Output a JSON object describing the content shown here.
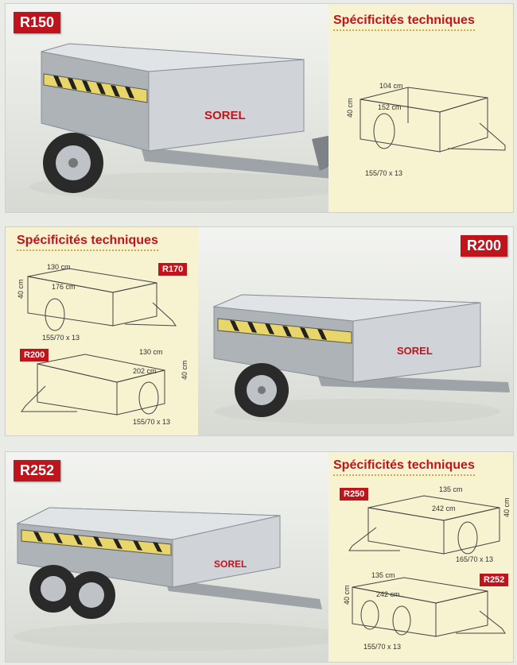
{
  "models": [
    "R150",
    "R200",
    "R252"
  ],
  "spec_title": "Spécificités techniques",
  "brand": "SOREL",
  "r150": {
    "badge": "R150",
    "length": "152 cm",
    "width": "104 cm",
    "height": "40 cm",
    "tyre": "155/70 x 13"
  },
  "r170": {
    "badge": "R170",
    "length": "176 cm",
    "width": "130 cm",
    "height": "40 cm",
    "tyre": "155/70 x 13"
  },
  "r200": {
    "badge": "R200",
    "length": "202 cm",
    "width": "130 cm",
    "height": "40 cm",
    "tyre": "155/70 x 13"
  },
  "r250": {
    "badge": "R250",
    "length": "242 cm",
    "width": "135 cm",
    "height": "40 cm",
    "tyre": "165/70 x 13"
  },
  "r252": {
    "badge": "R252",
    "length": "242 cm",
    "width": "135 cm",
    "height": "40 cm",
    "tyre": "155/70 x 13"
  },
  "colors": {
    "accent": "#c0141c",
    "spec_bg": "#f7f2cf",
    "metal": "#b9bec4"
  }
}
